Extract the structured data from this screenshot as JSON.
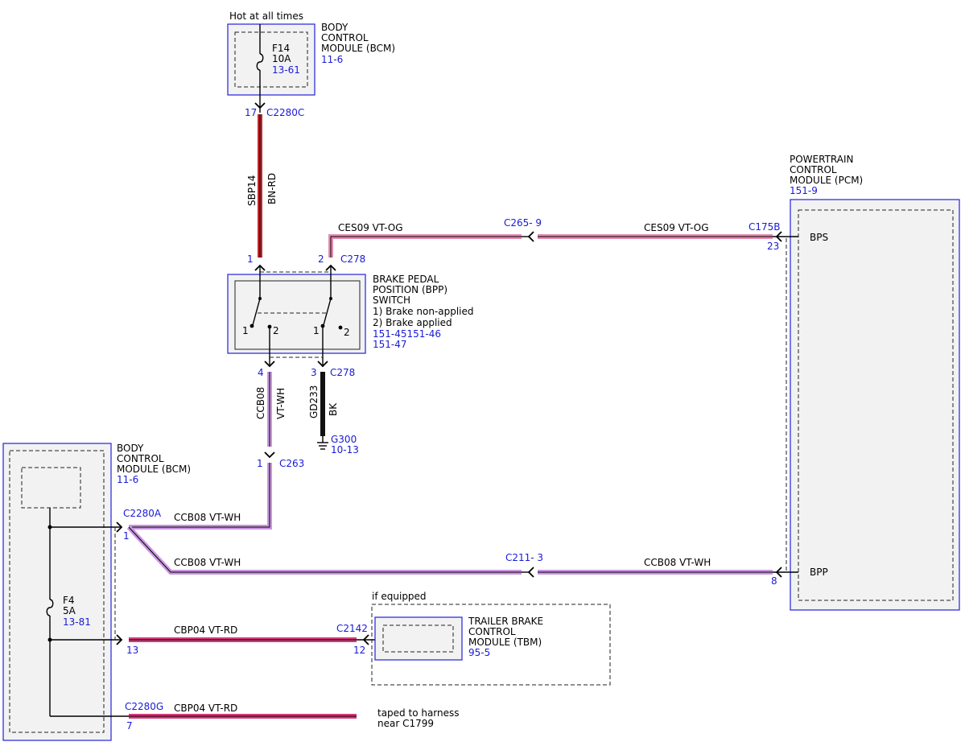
{
  "colors": {
    "BN-RD": "#c0282d",
    "VT-OG": "#e58bb0",
    "VT-WH": "#c996df",
    "VT-RD": "#d63a7a",
    "BK": "#111111",
    "module_border": "#2222dd",
    "ref_text": "#1a1ad6"
  },
  "labels": {
    "hot": "Hot at all times",
    "bcm_top_l1": "BODY",
    "bcm_top_l2": "CONTROL",
    "bcm_top_l3": "MODULE (BCM)",
    "bcm_top_ref": "11-6",
    "f14": "F14",
    "f14_amp": "10A",
    "f14_ref": "13-61",
    "c2280c_pin": "17",
    "c2280c": "C2280C",
    "sbp14": "SBP14",
    "bn_rd": "BN-RD",
    "pcm_l1": "POWERTRAIN",
    "pcm_l2": "CONTROL",
    "pcm_l3": "MODULE (PCM)",
    "pcm_ref": "151-9",
    "ces09_left": "CES09  VT-OG",
    "c265": "C265- 9",
    "ces09_right": "CES09  VT-OG",
    "c175b": "C175B",
    "c175b_pin23": "23",
    "bps": "BPS",
    "bpp_pin1": "1",
    "bpp_pin2": "2",
    "c278_top": "C278",
    "bpp_l1": "BRAKE PEDAL",
    "bpp_l2": "POSITION (BPP)",
    "bpp_l3": "SWITCH",
    "bpp_l4": "1) Brake non-applied",
    "bpp_l5": "2) Brake applied",
    "bpp_ref1": "151-45151-46",
    "bpp_ref2": "151-47",
    "sw_a1": "1",
    "sw_a2": "2",
    "sw_b1": "1",
    "sw_b2": "2",
    "bpp_pin4": "4",
    "bpp_pin3": "3",
    "c278_bot": "C278",
    "ccb08_v": "CCB08",
    "vt_wh_v": "VT-WH",
    "gd233": "GD233",
    "bk": "BK",
    "g300": "G300",
    "g300_ref": "10-13",
    "c263_pin": "1",
    "c263": "C263",
    "bcm_left_l1": "BODY",
    "bcm_left_l2": "CONTROL",
    "bcm_left_l3": "MODULE (BCM)",
    "bcm_left_ref": "11-6",
    "c2280a": "C2280A",
    "c2280a_pin": "1",
    "ccb08_a": "CCB08  VT-WH",
    "ccb08_b": "CCB08  VT-WH",
    "c211": "C211- 3",
    "ccb08_c": "CCB08  VT-WH",
    "pcm_pin8": "8",
    "bpp_sig": "BPP",
    "f4": "F4",
    "f4_amp": "5A",
    "f4_ref": "13-81",
    "if_equipped": "if equipped",
    "tbm_l1": "TRAILER BRAKE",
    "tbm_l2": "CONTROL",
    "tbm_l3": "MODULE (TBM)",
    "tbm_ref": "95-5",
    "cbp04_a": "CBP04  VT-RD",
    "c2142": "C2142",
    "pin13": "13",
    "pin12": "12",
    "c2280g": "C2280G",
    "cbp04_b": "CBP04  VT-RD",
    "pin7": "7",
    "taped1": "taped to harness",
    "taped2": "near C1799"
  }
}
